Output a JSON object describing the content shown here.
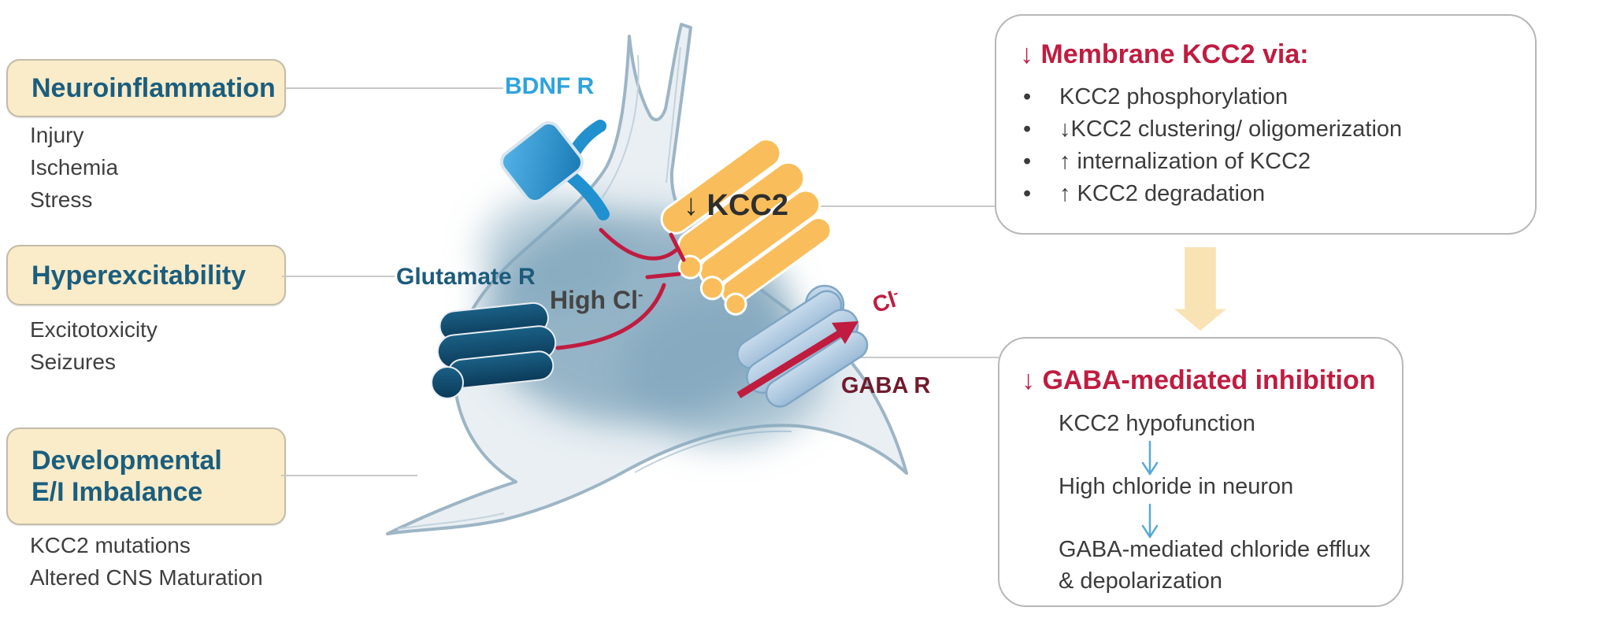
{
  "palette": {
    "crimson": "#C01C40",
    "maroon_gaba": "#701B2C",
    "teal_heading": "#1A5E7E",
    "bdnf_blue": "#2FA3DC",
    "glutamate_teal": "#1C5B7B",
    "body_gray": "#3C3C3C",
    "cream_box_fill": "#FAEBC9",
    "kcc2_yellow": "#F9BE5B",
    "yellow_block_arrow": "#F9E3B5",
    "neuron_fill": "#E9EFF3",
    "membrane_stroke": "#9DB5C5",
    "blue_step_arrow": "#56A8D8"
  },
  "left_panel": {
    "groups": [
      {
        "title_lines": [
          "Neuroinflammation"
        ],
        "items": [
          "Injury",
          "Ischemia",
          "Stress"
        ]
      },
      {
        "title_lines": [
          "Hyperexcitability"
        ],
        "items": [
          "Excitotoxicity",
          "Seizures"
        ]
      },
      {
        "title_lines": [
          "Developmental",
          "E/I Imbalance"
        ],
        "items": [
          "KCC2 mutations",
          "Altered CNS Maturation"
        ]
      }
    ]
  },
  "neuron": {
    "labels": {
      "bdnf_r": "BDNF R",
      "glutamate_r": "Glutamate R",
      "high_cl": "High Cl",
      "high_cl_sup": "-",
      "kcc2": "↓ KCC2",
      "gaba_r": "GABA R",
      "cl_ion": "Cl",
      "cl_ion_sup": "-"
    }
  },
  "right_panel": {
    "bullet_char": "•",
    "membrane_box": {
      "title": "↓ Membrane KCC2 via:",
      "bullets": [
        "KCC2 phosphorylation",
        "↓KCC2 clustering/ oligomerization",
        "↑ internalization of KCC2",
        "↑ KCC2 degradation"
      ]
    },
    "gaba_box": {
      "title": "↓ GABA-mediated inhibition",
      "steps": [
        "KCC2 hypofunction",
        "High chloride in neuron",
        "GABA-mediated chloride efflux & depolarization"
      ]
    }
  }
}
